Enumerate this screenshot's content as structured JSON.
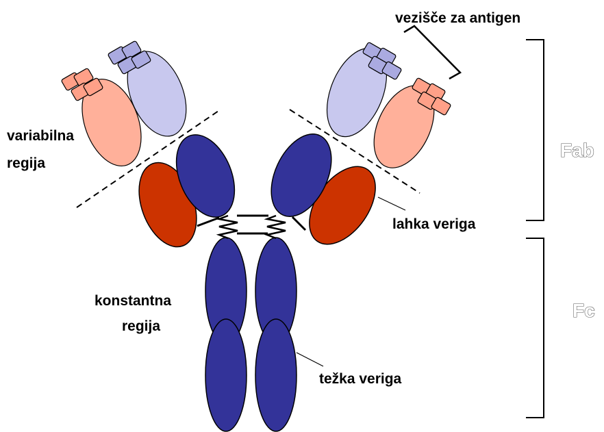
{
  "labels": {
    "antigen_site": "vezišče za antigen",
    "variable_region_line1": "variabilna",
    "variable_region_line2": "regija",
    "light_chain": "lahka veriga",
    "constant_region_line1": "konstantna",
    "constant_region_line2": "regija",
    "heavy_chain": "težka veriga",
    "fab": "Fab",
    "fc": "Fc"
  },
  "colors": {
    "heavy_chain": "#333399",
    "heavy_chain_variable": "#c8c8ee",
    "heavy_chain_tip": "#aaaae0",
    "light_chain_constant": "#cc3300",
    "light_chain_variable": "#ffb09a",
    "light_chain_tip": "#ffa088",
    "outline": "#000000"
  }
}
